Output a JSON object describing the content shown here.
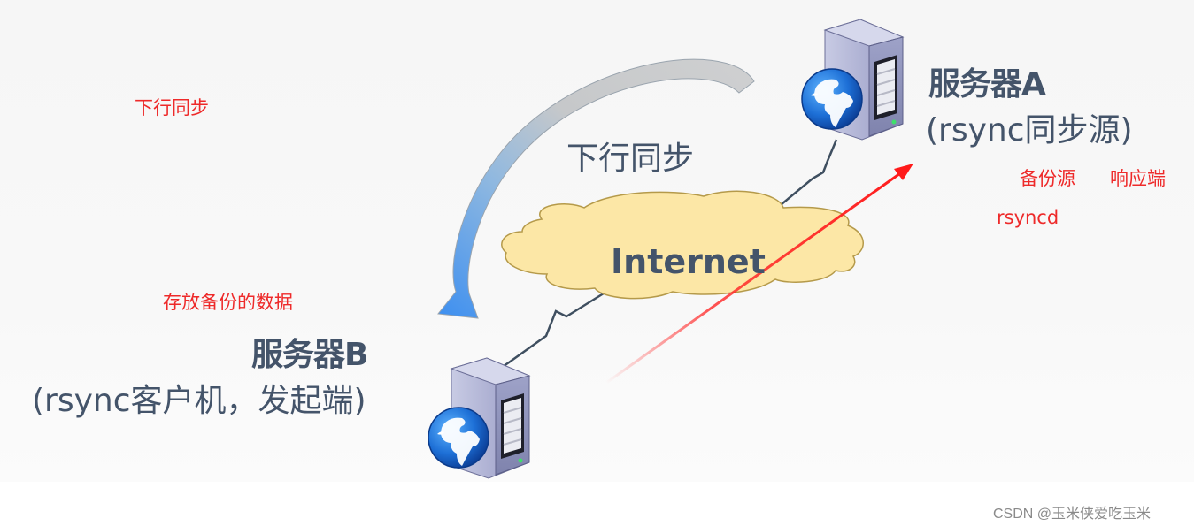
{
  "diagram": {
    "left_note": "下行同步",
    "sync_arrow_label": "下行同步",
    "internet_label": "Internet",
    "server_a": {
      "title": "服务器A",
      "subtitle": "(rsync同步源)",
      "role_note_1": "备份源",
      "role_note_2": "响应端",
      "daemon_note": "rsyncd"
    },
    "server_b": {
      "title": "服务器B",
      "subtitle": "(rsync客户机，发起端)",
      "data_note": "存放备份的数据"
    },
    "colors": {
      "text_dark": "#44546a",
      "annotation_red": "#ee2a2a",
      "cloud_fill": "#fce7a6",
      "cloud_stroke": "#b59a4a",
      "arrow_gray": "#c8cacc",
      "arrow_blue": "#3d8ff0",
      "link_line": "#3f4f60"
    }
  },
  "watermark": "CSDN @玉米侠爱吃玉米"
}
